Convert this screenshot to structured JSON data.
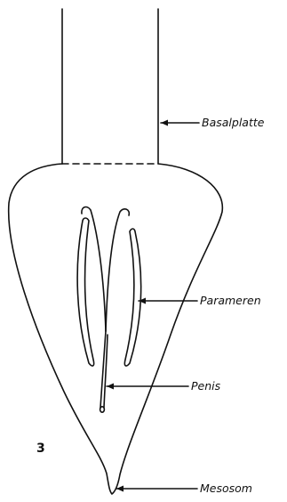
{
  "figure": {
    "number": "3",
    "labels": {
      "basalplatte": "Basalplatte",
      "parameren": "Parameren",
      "penis": "Penis",
      "mesosom": "Mesosom"
    }
  },
  "colors": {
    "ink": "#111111",
    "background": "#ffffff"
  }
}
